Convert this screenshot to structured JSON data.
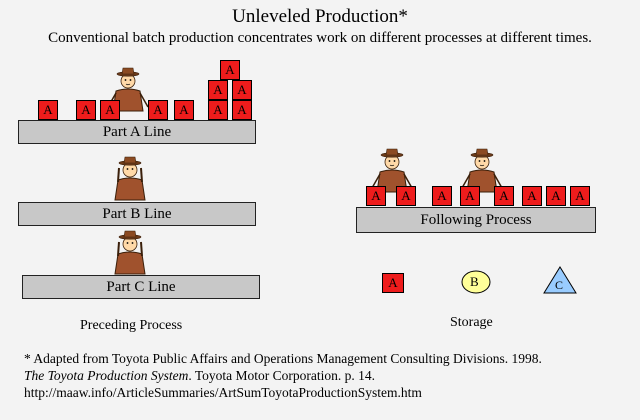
{
  "title": "Unleveled Production*",
  "subtitle": "Conventional batch production concentrates work on different processes at different times.",
  "lines": {
    "a": "Part A Line",
    "b": "Part B Line",
    "c": "Part C Line",
    "following": "Following Process"
  },
  "captions": {
    "preceding": "Preceding Process",
    "storage": "Storage"
  },
  "box_letters": {
    "a": "A",
    "b": "B",
    "c": "C"
  },
  "legend": {
    "a": "A",
    "b": "B",
    "c": "C"
  },
  "footnote": {
    "line1": "* Adapted from Toyota Public Affairs and Operations Management Consulting Divisions. 1998.",
    "line2_title": "The Toyota Production System",
    "line2_rest": ". Toyota Motor Corporation.  p.  14.",
    "line3": "http://maaw.info/ArticleSummaries/ArtSumToyotaProductionSystem.htm"
  },
  "colors": {
    "box_a": "#ee1c1c",
    "box_b": "#ffff99",
    "box_c": "#99ccff",
    "bar": "#c8c8c8",
    "worker_body": "#a0522d"
  }
}
